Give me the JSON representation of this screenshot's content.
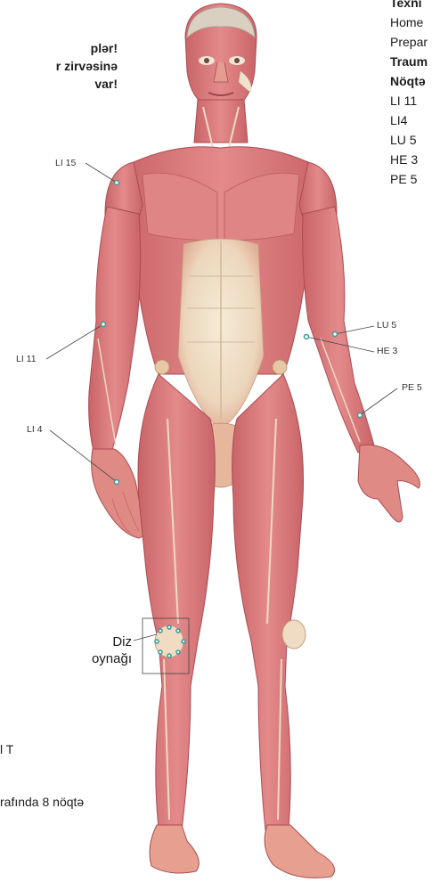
{
  "heading": {
    "line1": "plər!",
    "line2": "r zirvəsinə",
    "line3": "var!"
  },
  "right_column": {
    "title": "Texni",
    "items": [
      "Home",
      "Prepar"
    ],
    "subhead1": "Traum",
    "subhead2": "Nöqtə",
    "points": [
      "LI 11",
      "LI4",
      "LU 5",
      "HE 3",
      "PE 5"
    ]
  },
  "figure_labels": {
    "li15": "LI 15",
    "li11": "LI 11",
    "li4": "LI 4",
    "lu5": "LU 5",
    "he3": "HE 3",
    "pe5": "PE 5",
    "knee_line1": "Diz",
    "knee_line2": "oynağı"
  },
  "bottom": {
    "line1": "l T",
    "line2": "rafında 8 nöqtə"
  },
  "colors": {
    "muscle": "#d9777a",
    "muscle_dark": "#b9585c",
    "tendon": "#efe0c4",
    "skin": "#e9a58c",
    "point": "#3a9a95"
  }
}
